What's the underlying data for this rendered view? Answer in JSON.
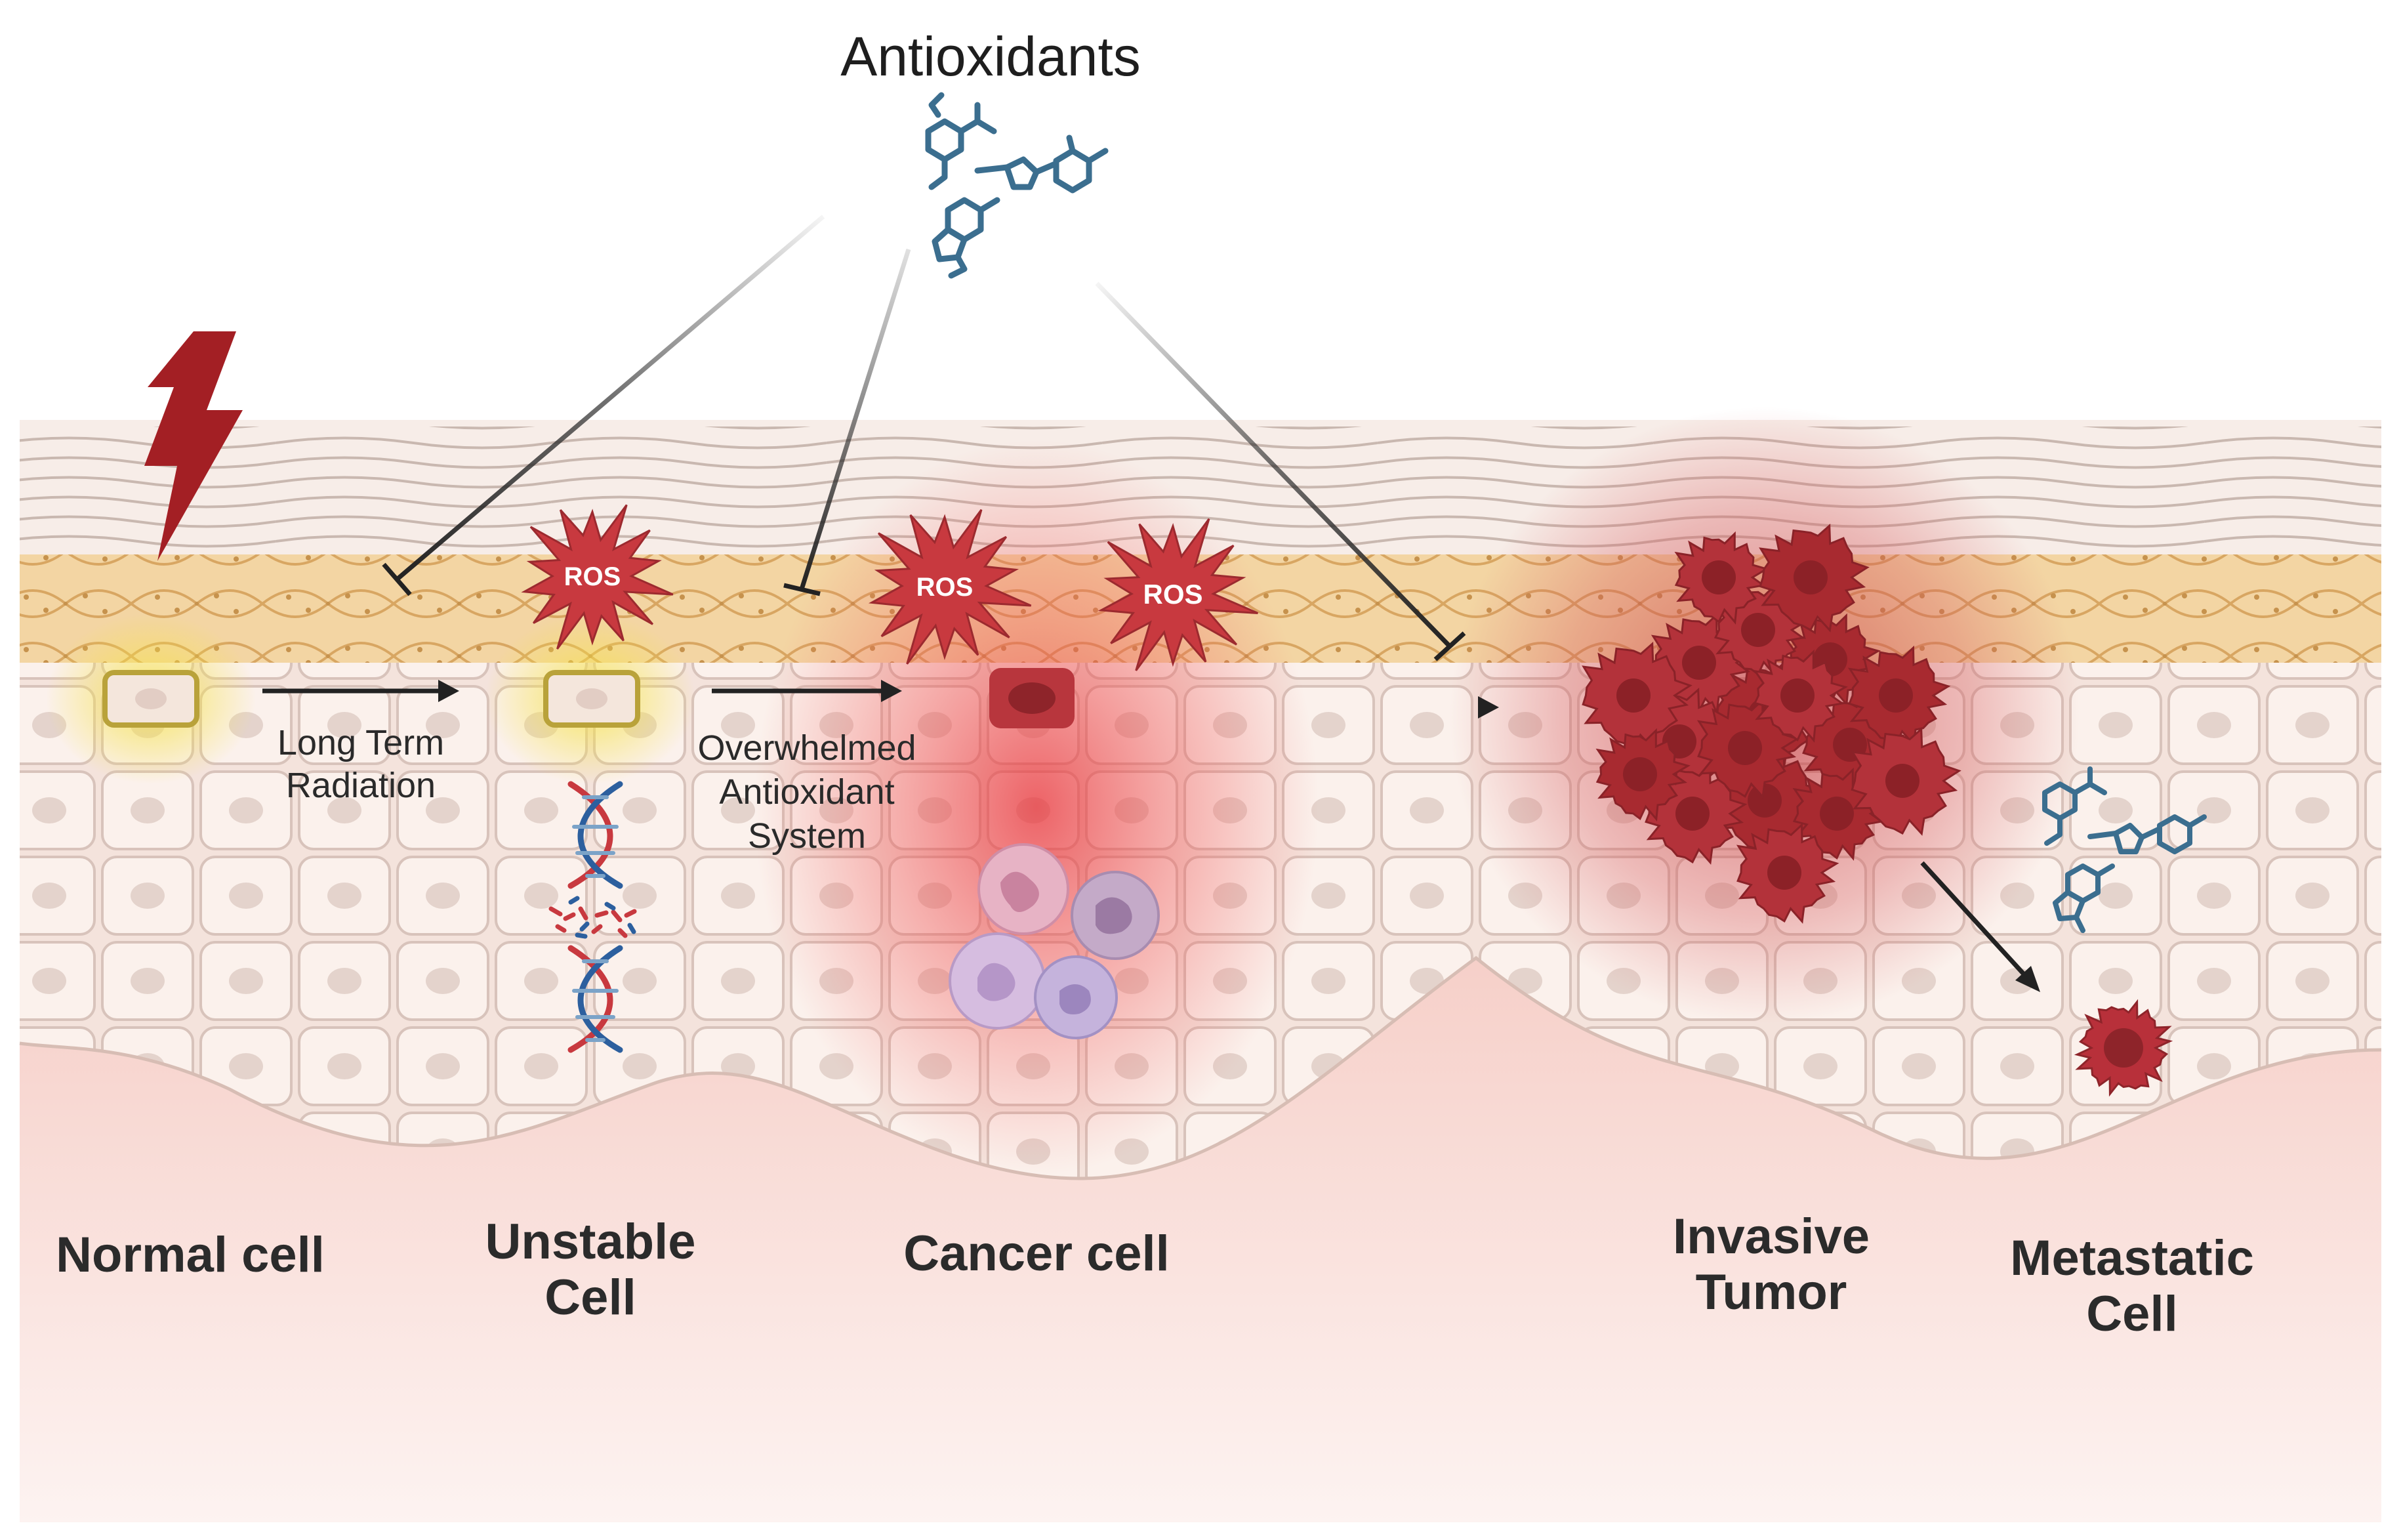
{
  "title": "Antioxidants",
  "arrow_labels": {
    "long_term": "Long Term",
    "radiation": "Radiation",
    "overwhelmed": "Overwhelmed",
    "antioxidant": "Antioxidant",
    "system": "System"
  },
  "ros_label": "ROS",
  "stages": {
    "normal": "Normal cell",
    "unstable_l1": "Unstable",
    "unstable_l2": "Cell",
    "cancer": "Cancer cell",
    "invasive_l1": "Invasive",
    "invasive_l2": "Tumor",
    "metastatic_l1": "Metastatic",
    "metastatic_l2": "Cell"
  },
  "colors": {
    "lightning": "#a31f24",
    "ros": "#c8393f",
    "tumor": "#a82a30",
    "antioxidant_molecule": "#3b6e8f",
    "dermis": "#f7d8d2",
    "epidermis_cell": "#f8ede6",
    "basal_band": "#f2d29e",
    "highlight_yellow": "#f1df4a"
  },
  "icons": [
    "lightning-icon",
    "molecule-icon",
    "dna-icon",
    "ros-burst-icon",
    "immune-cell-icon",
    "tumor-mass-icon"
  ]
}
